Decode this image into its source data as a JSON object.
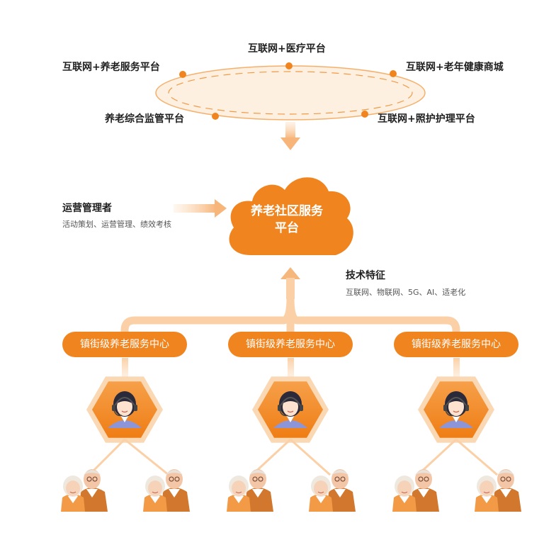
{
  "platforms": {
    "top": "互联网+医疗平台",
    "left": "互联网+养老服务平台",
    "right": "互联网+老年健康商城",
    "bottom_left": "养老综合监管平台",
    "bottom_right": "互联网+照护护理平台"
  },
  "central_platform": {
    "line1": "养老社区服务",
    "line2": "平台"
  },
  "operator": {
    "title": "运营管理者",
    "subtitle": "活动策划、运营管理、绩效考核"
  },
  "tech": {
    "title": "技术特征",
    "subtitle": "互联网、物联网、5G、AI、适老化"
  },
  "centers": [
    {
      "label": "镇街级养老服务中心"
    },
    {
      "label": "镇街级养老服务中心"
    },
    {
      "label": "镇街级养老服务中心"
    }
  ],
  "colors": {
    "accent": "#f08520",
    "accent_light": "#fbd8b4",
    "ellipse_fill": "#fdf0e0"
  }
}
